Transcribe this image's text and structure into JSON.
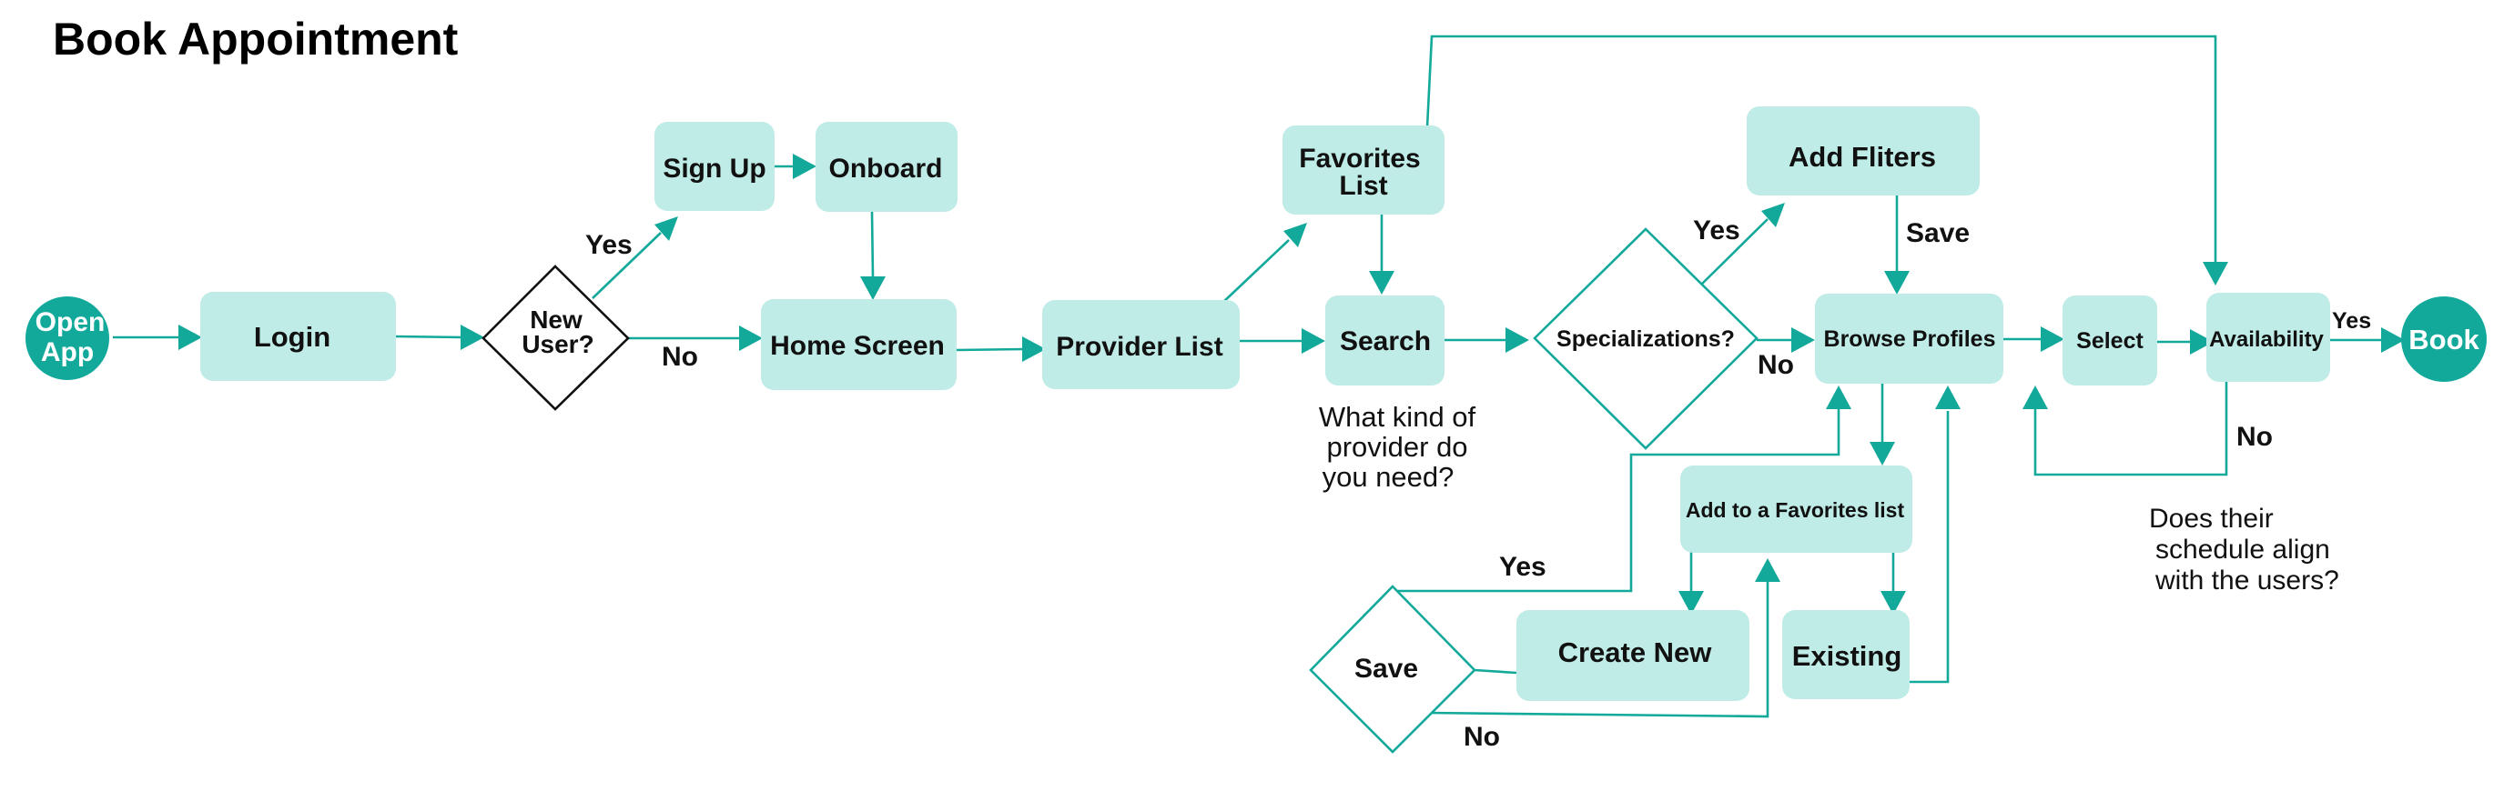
{
  "title": "Book Appointment",
  "colors": {
    "accent": "#12a99b",
    "box": "#bfece7",
    "diamond_border": "#111111"
  },
  "nodes": {
    "open_app": [
      "Open",
      "App"
    ],
    "login": "Login",
    "new_user": [
      "New",
      "User?"
    ],
    "sign_up": "Sign Up",
    "onboard": "Onboard",
    "home_screen": "Home Screen",
    "provider_list": "Provider List",
    "favorites_list": [
      "Favorites",
      "List"
    ],
    "search": "Search",
    "specializations": "Specializations?",
    "add_filters": "Add Fliters",
    "browse_profiles": "Browse Profiles",
    "select": "Select",
    "availability": "Availability",
    "book": "Book",
    "add_to_favorites": "Add to a Favorites list",
    "create_new": "Create New",
    "existing": "Existing",
    "save_decision": "Save"
  },
  "edge_labels": {
    "new_user_yes": "Yes",
    "new_user_no": "No",
    "spec_yes": "Yes",
    "spec_no": "No",
    "filters_save": "Save",
    "avail_yes": "Yes",
    "avail_no": "No",
    "save_yes": "Yes",
    "save_no": "No"
  },
  "notes": {
    "search_note": [
      "What kind of",
      "provider do",
      "you need?"
    ],
    "availability_note": [
      "Does their",
      "schedule align",
      "with the users?"
    ]
  }
}
